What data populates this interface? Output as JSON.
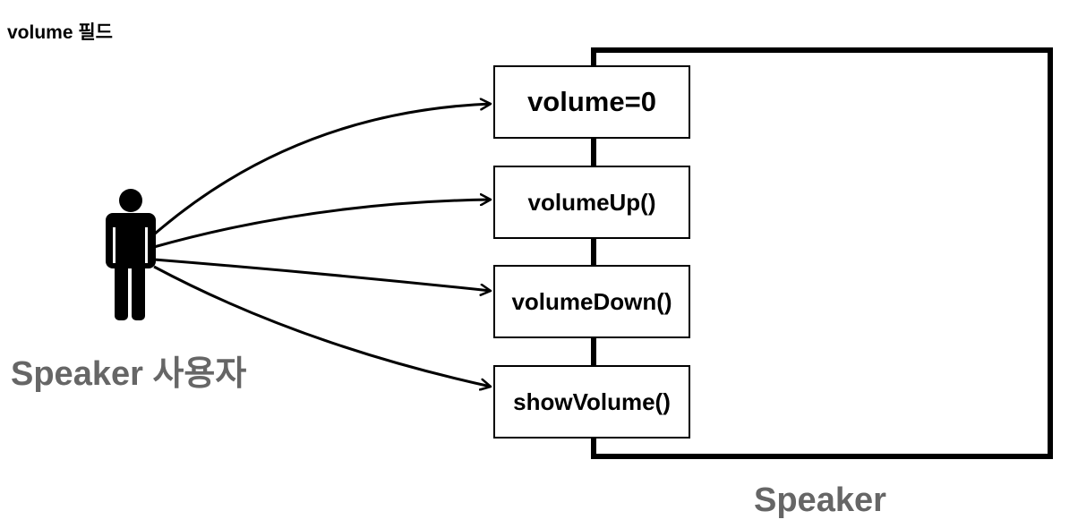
{
  "title": "volume 필드",
  "actor": {
    "label": "Speaker 사용자"
  },
  "speaker": {
    "label": "Speaker",
    "members": [
      "volume=0",
      "volumeUp()",
      "volumeDown()",
      "showVolume()"
    ]
  },
  "colors": {
    "stroke": "#000000",
    "label_gray": "#666666",
    "background": "#ffffff"
  },
  "icons": {
    "actor": "person-icon"
  }
}
